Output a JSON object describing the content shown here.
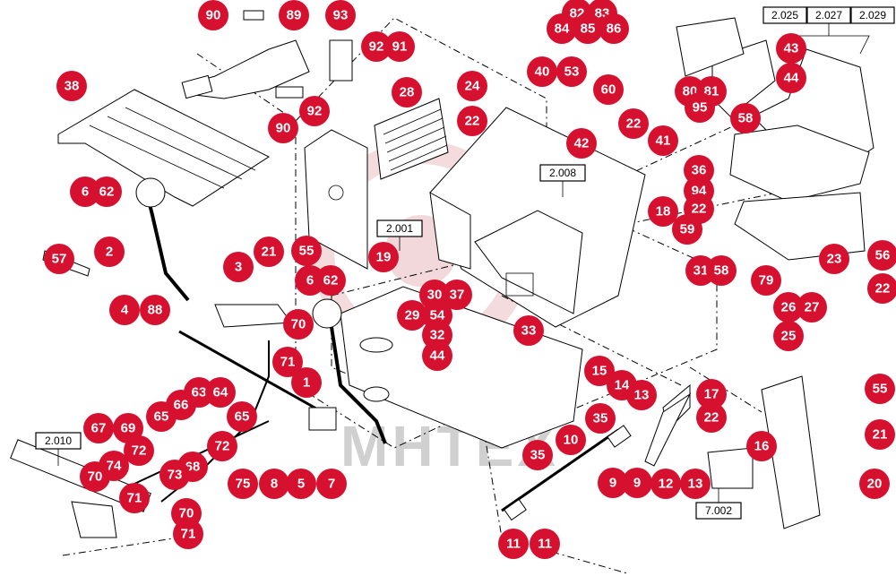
{
  "watermark": "MHTEX",
  "ref_boxes": [
    "2.025",
    "2.027",
    "2.029",
    "2.008",
    "2.001",
    "2.010",
    "7.002"
  ],
  "callouts": [
    "90",
    "89",
    "93",
    "92",
    "91",
    "38",
    "92",
    "90",
    "28",
    "24",
    "22",
    "40",
    "53",
    "60",
    "82",
    "83",
    "84",
    "85",
    "86",
    "80",
    "81",
    "95",
    "43",
    "44",
    "58",
    "42",
    "22",
    "41",
    "36",
    "94",
    "22",
    "59",
    "18",
    "6",
    "62",
    "2",
    "57",
    "3",
    "21",
    "55",
    "19",
    "4",
    "88",
    "70",
    "71",
    "1",
    "6",
    "62",
    "30",
    "37",
    "29",
    "54",
    "32",
    "33",
    "44",
    "31",
    "58",
    "79",
    "23",
    "56",
    "22",
    "26",
    "27",
    "25",
    "63",
    "64",
    "66",
    "65",
    "65",
    "67",
    "69",
    "72",
    "72",
    "74",
    "68",
    "73",
    "70",
    "71",
    "70",
    "71",
    "75",
    "8",
    "5",
    "7",
    "15",
    "14",
    "13",
    "35",
    "10",
    "35",
    "9",
    "11",
    "9",
    "11",
    "12",
    "13",
    "17",
    "22",
    "16",
    "55",
    "21",
    "20"
  ],
  "colors": {
    "callout_fill": "#d6112f",
    "callout_text": "#ffffff",
    "line": "#000000"
  }
}
